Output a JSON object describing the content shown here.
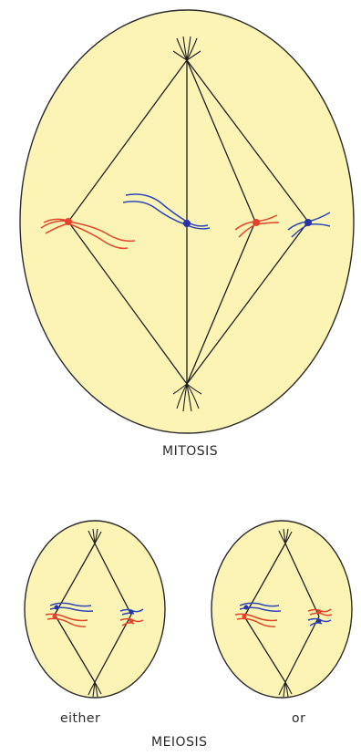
{
  "labels": {
    "mitosis": "MITOSIS",
    "either": "either",
    "or": "or",
    "meiosis": "MEIOSIS"
  },
  "colors": {
    "cell_fill": "#fbf4b4",
    "maternal_chromosome": "#e2452b",
    "paternal_chromosome": "#2f46b8",
    "spindle": "#1f1f1f"
  }
}
